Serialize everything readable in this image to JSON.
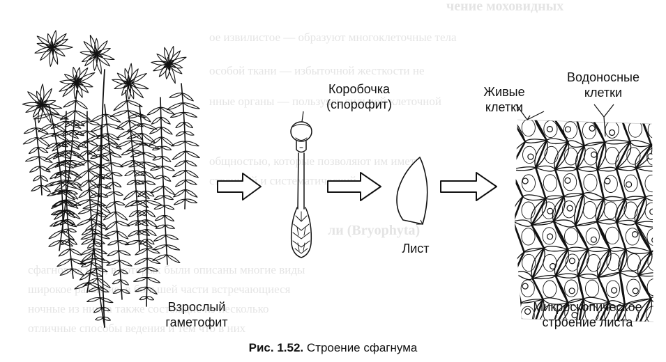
{
  "background_text": {
    "heading": "чение моховидных",
    "lines": [
      "ое извилистое — образуют многоклеточные тела",
      "особой ткани — избыточной жесткости не",
      "нные органы — пользуясь сильной клеточной",
      "общностью, которые позволяют им иметь",
      "ственный и систематический",
      "ли (Bryophyta)",
      "сфагновые мхи, в которых были описаны многие виды",
      "широкое развитие, в большей части встречающиеся",
      "ночные из них, а также состоящие из несколько",
      "отличные способы ведения и тем что в них"
    ]
  },
  "labels": {
    "capsule": "Коробочка\n(спорофит)",
    "leaf": "Лист",
    "living_cells": "Живые\nклетки",
    "water_cells": "Водоносные\nклетки",
    "gametophyte": "Взрослый\nгаметофит",
    "microscopic": "Микроскопическое\nстроение листа"
  },
  "caption": {
    "number": "Рис. 1.52.",
    "text": "Строение сфагнума"
  },
  "colors": {
    "ink": "#111111",
    "ghost_text": "#cfcfcf",
    "paper": "#ffffff"
  }
}
